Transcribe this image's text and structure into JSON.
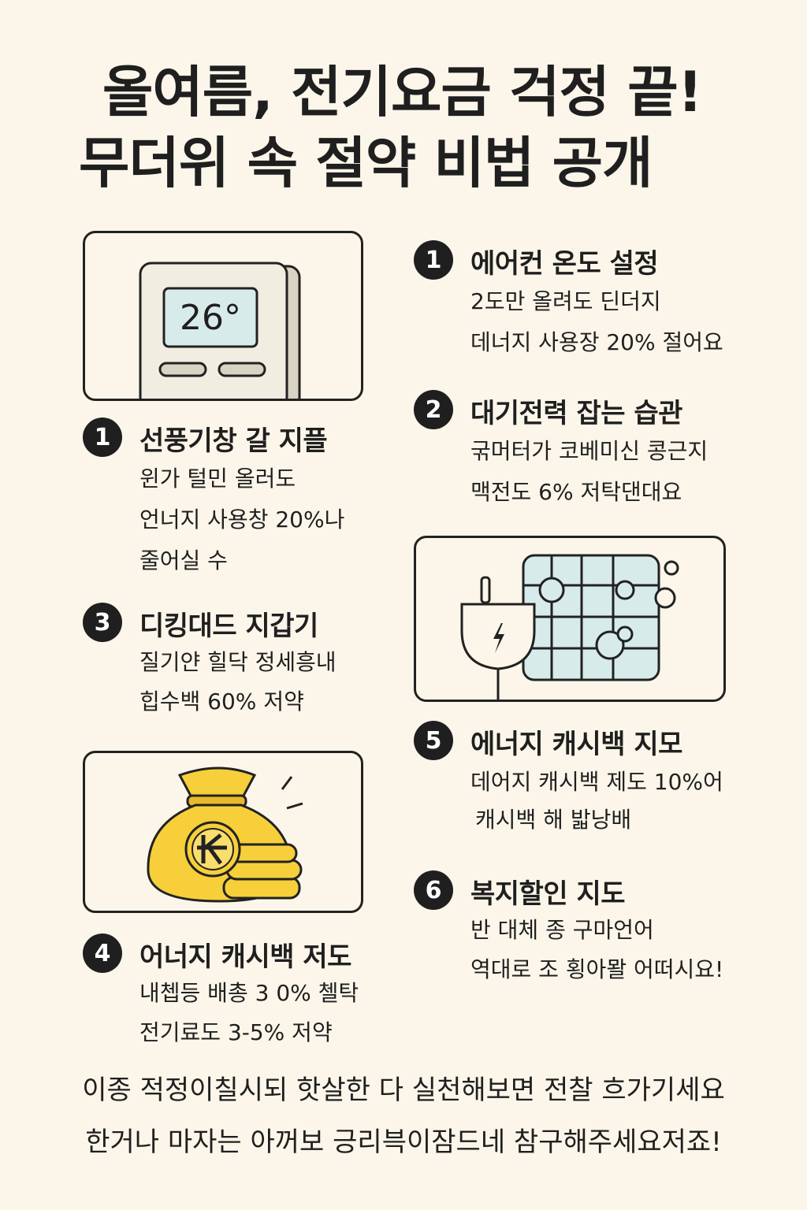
{
  "title": {
    "line1": "올여름, 전기요금 걱정 끝!",
    "line2": "무더위 속 절약 비법 공개"
  },
  "thermostat": {
    "display": "26°"
  },
  "items": [
    {
      "num": "1",
      "title": "에어컨 온도 설정",
      "lines": [
        "2도만 올려도 딘더지",
        "데너지 사용장 20% 절어요"
      ]
    },
    {
      "num": "2",
      "title": "대기전력 잡는 습관",
      "lines": [
        "굮머터가 코베미신  콩근지",
        "맥전도 6% 저탁댄대요"
      ]
    },
    {
      "num": "1",
      "title": "선풍기창 갈 지플",
      "lines": [
        "윈가 털민 올러도",
        "언너지 사용창 20%나",
        "줄어실 수"
      ]
    },
    {
      "num": "3",
      "title": "디킹대드 지갑기",
      "lines": [
        "질기얀 힐닥 정세흥내",
        "힙수백 60% 저약"
      ]
    },
    {
      "num": "5",
      "title": "에너지 캐시백 지모",
      "lines": [
        "데어지 캐시백 제도 10%어",
        "캐시백 해 밟낭배"
      ]
    },
    {
      "num": "4",
      "title": "어너지 캐시백 저도",
      "lines": [
        "내쳅등 배총 3 0% 첼탁",
        "전기료도 3-5% 저약"
      ]
    },
    {
      "num": "6",
      "title": "복지할인 지도",
      "lines": [
        "반 대체 종 구마언어",
        "역대로 조 횡아뫌 어떠시요!"
      ]
    }
  ],
  "footer": {
    "line1": "이종 적정이칠시되 핫살한 다 실천해보면  전찰 흐가기세요",
    "line2": "한거나 마자는 아꺼보 긍리븍이잠드네 참구해주세요저죠!"
  },
  "colors": {
    "background": "#fbf6e9",
    "ink": "#1f1f1f",
    "screen": "#d7ecea",
    "coin": "#f6cf3a"
  },
  "icons": [
    "thermostat-icon",
    "plug-icon",
    "window-grid-icon",
    "money-bag-icon",
    "coins-icon",
    "won-icon"
  ]
}
